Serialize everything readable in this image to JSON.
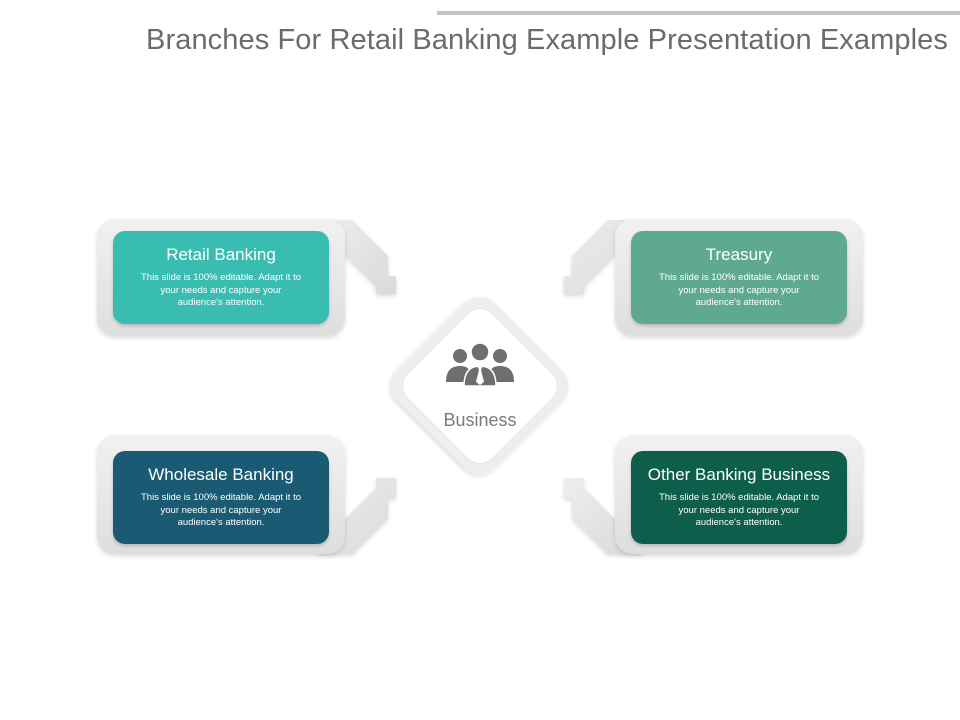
{
  "slide": {
    "title": "Branches For Retail Banking Example Presentation Examples"
  },
  "center": {
    "label": "Business",
    "icon": "people-group-icon"
  },
  "branches": [
    {
      "title": "Retail Banking",
      "description": "This slide is 100% editable. Adapt it to your needs and capture your audience's attention.",
      "color": "#39bdb1"
    },
    {
      "title": "Treasury",
      "description": "This slide is 100% editable. Adapt it to your needs and capture your audience's attention.",
      "color": "#5faa8e"
    },
    {
      "title": "Wholesale Banking",
      "description": "This slide is 100% editable. Adapt it to your needs and capture your audience's attention.",
      "color": "#1a5b73"
    },
    {
      "title": "Other Banking Business",
      "description": "This slide is 100% editable. Adapt it to your needs and capture your audience's attention.",
      "color": "#0e5e4c"
    }
  ],
  "theme": {
    "frame_color": "#e9e9e9",
    "arrow_color": "#e4e4e4",
    "text_gray": "#6b6b6b"
  }
}
